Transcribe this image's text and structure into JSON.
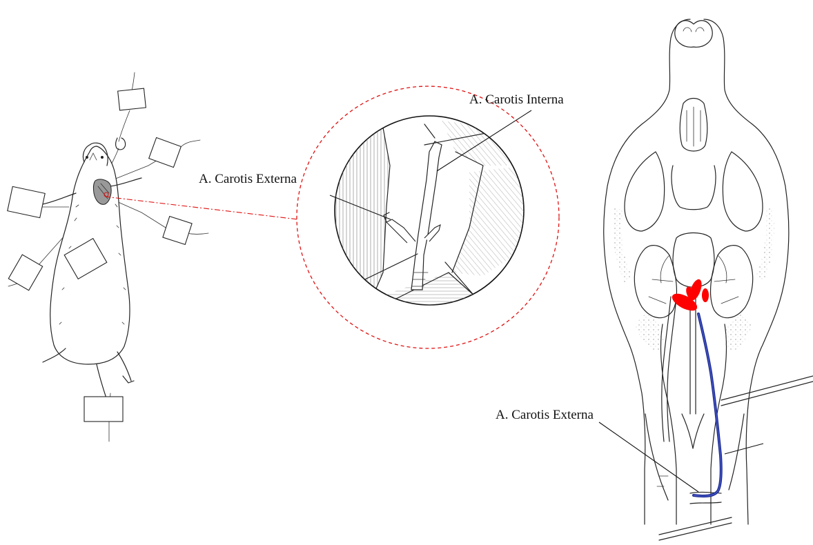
{
  "labels": {
    "carotis_interna": "A. Carotis Interna",
    "carotis_externa_magnified": "A. Carotis Externa",
    "carotis_externa_brain": "A. Carotis Externa"
  },
  "colors": {
    "callout_dash": "#e01010",
    "filament": "#1a2a8c",
    "occlusion_marker": "#ff0000",
    "ink": "#222222"
  },
  "icons": {
    "rat": "rat-supine-fixed-icon",
    "magnifier": "magnified-vessel-view-icon",
    "brain": "rat-brain-ventral-vasculature-icon"
  }
}
